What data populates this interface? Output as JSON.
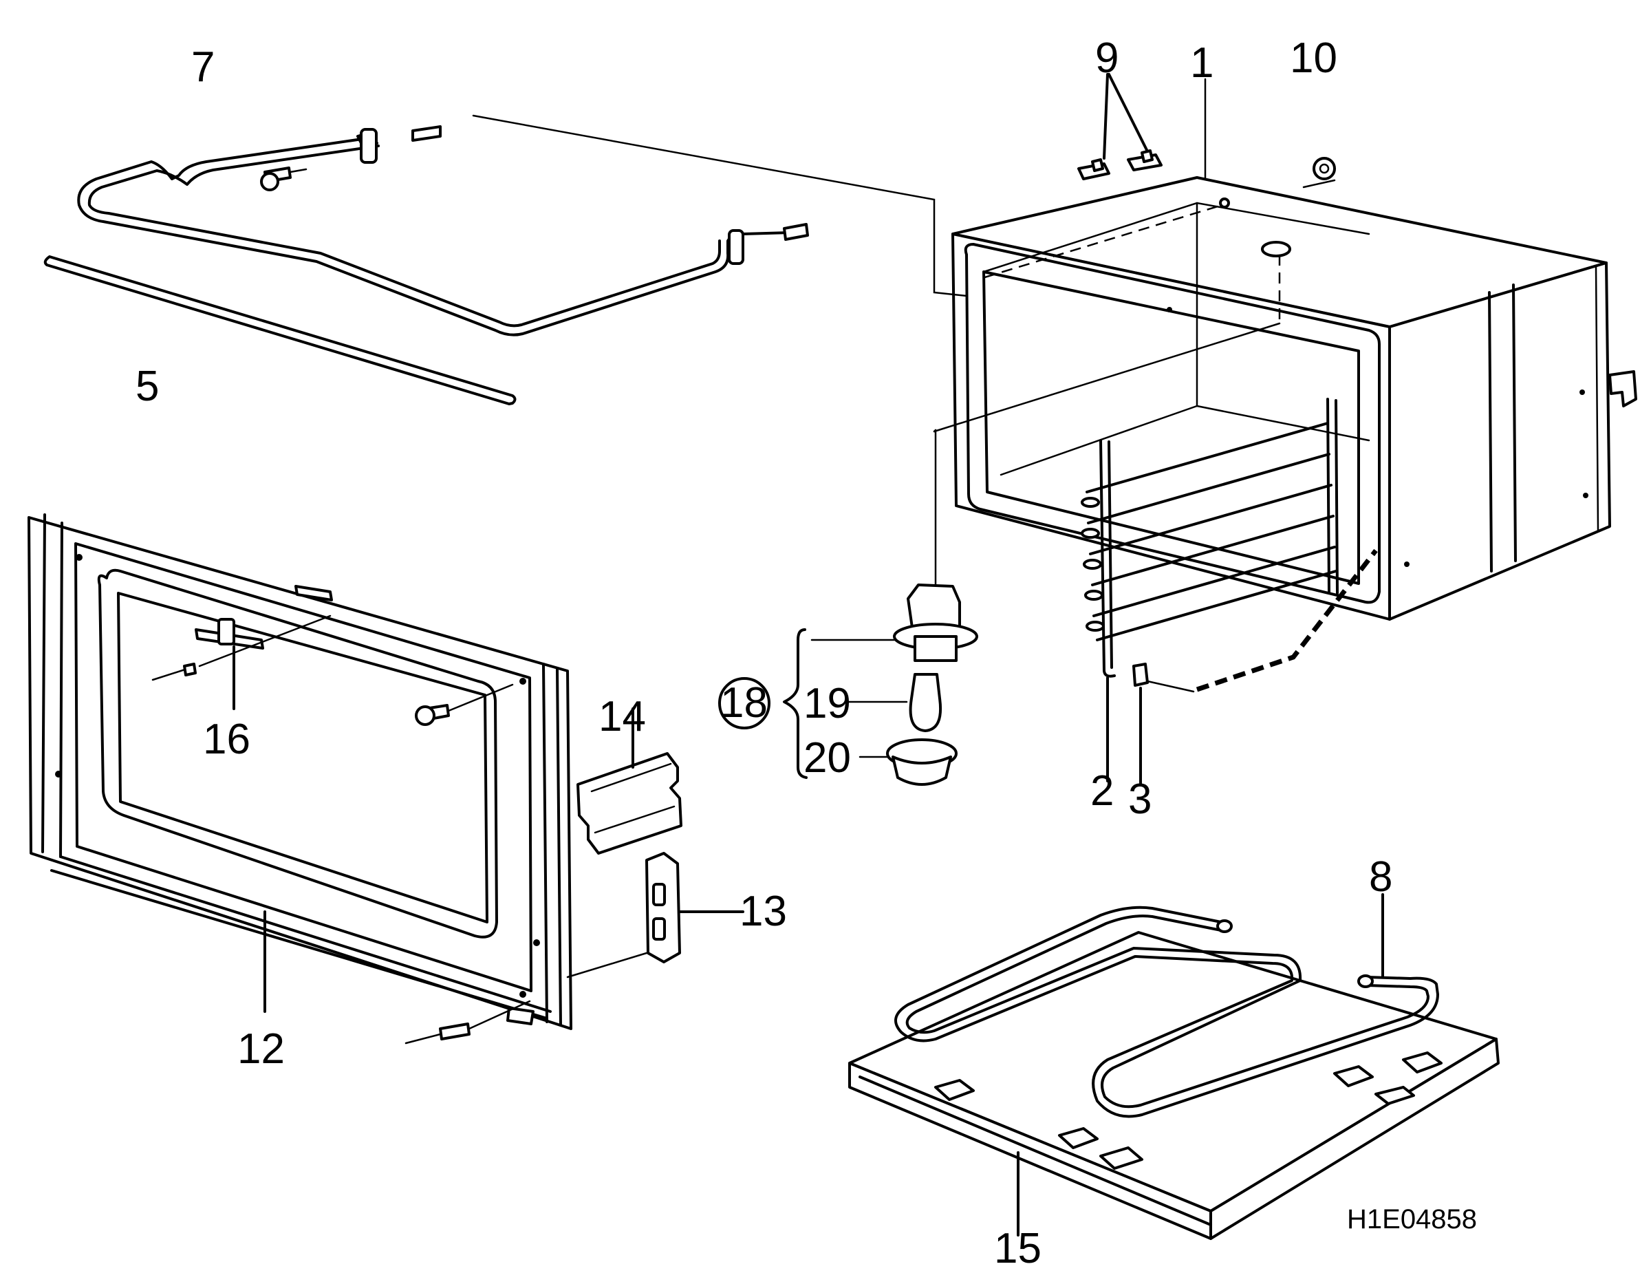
{
  "diagram": {
    "labels": {
      "l1": "1",
      "l2": "2",
      "l3": "3",
      "l5": "5",
      "l7": "7",
      "l8": "8",
      "l9": "9",
      "l10": "10",
      "l12": "12",
      "l13": "13",
      "l14": "14",
      "l15": "15",
      "l16": "16",
      "l18": "18",
      "l19": "19",
      "l20": "20"
    },
    "drawing_code": "H1E04858"
  },
  "colors": {
    "line": "#000000",
    "background": "#ffffff"
  }
}
